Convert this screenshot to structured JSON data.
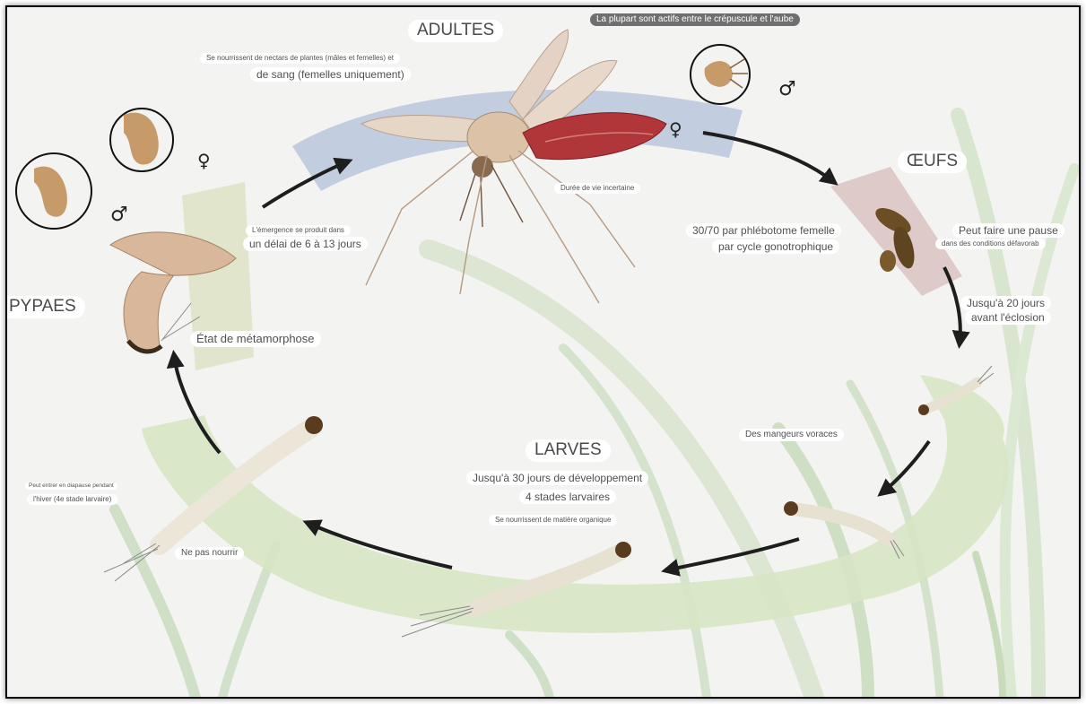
{
  "stages": {
    "adults": "ADULTES",
    "eggs": "ŒUFS",
    "larvae": "LARVES",
    "pupae": "PYPAES"
  },
  "notes": {
    "activity": "La plupart sont actifs entre le crépuscule et l'aube",
    "adult_food_1": "Se nourrissent de nectars de plantes (mâles et femelles) et",
    "adult_food_2": "de sang (femelles uniquement)",
    "lifespan": "Durée de vie incertaine",
    "eggs_count_1": "30/70 par phlébotome femelle",
    "eggs_count_2": "par cycle gonotrophique",
    "eggs_pause_1": "Peut faire une pause",
    "eggs_pause_2": "dans des conditions défavorab",
    "hatch_1": "Jusqu'à 20 jours",
    "hatch_2": "avant l'éclosion",
    "voracious": "Des mangeurs voraces",
    "larvae_dev": "Jusqu'à 30 jours de développement",
    "larvae_stages": "4 stades larvaires",
    "larvae_food": "Se nourrissent de matière organique",
    "no_feed": "Ne pas nourrir",
    "diapause_1": "Peut entrer en diapause pendant",
    "diapause_2": "l'hiver (4e stade larvaire)",
    "metamorphosis": "État de métamorphose",
    "emergence_1": "L'émergence se produit dans",
    "emergence_2": "un délai de 6 à 13 jours"
  },
  "symbols": {
    "male": "♂",
    "female": "♀"
  },
  "icons": [
    "sandfly-adult",
    "egg-cluster",
    "larva",
    "pupa",
    "male-genitalia-detail",
    "female-genitalia-detail",
    "cycle-arrow"
  ],
  "colors": {
    "background": "#f3f3f2",
    "adult_band": "#b9c6dc",
    "egg_band": "#dcc7c4",
    "larva_band": "#d7e6c4",
    "pupa_band": "#dfe3c8",
    "arrow": "#1e1e1e",
    "blood": "#a4282b"
  }
}
